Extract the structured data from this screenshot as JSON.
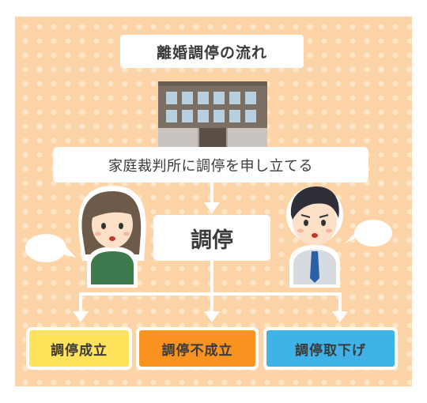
{
  "title": "離婚調停の流れ",
  "step_apply": "家庭裁判所に調停を申し立てる",
  "step_mediation": "調停",
  "outcomes": [
    {
      "label": "調停成立",
      "color": "#ffe35a"
    },
    {
      "label": "調停不成立",
      "color": "#f7931e"
    },
    {
      "label": "調停取下げ",
      "color": "#3fb3e7"
    }
  ],
  "colors": {
    "panel_bg": "#fcd4a8",
    "panel_dot": "#ffe6c9",
    "arrow": "#ffffff",
    "building": "#7b6e63",
    "wife_shirt": "#3f7a4e",
    "husband_tie": "#2b5fa6"
  },
  "icons": [
    "courthouse-icon",
    "wife-icon",
    "husband-icon",
    "speech-bubble-icon"
  ]
}
